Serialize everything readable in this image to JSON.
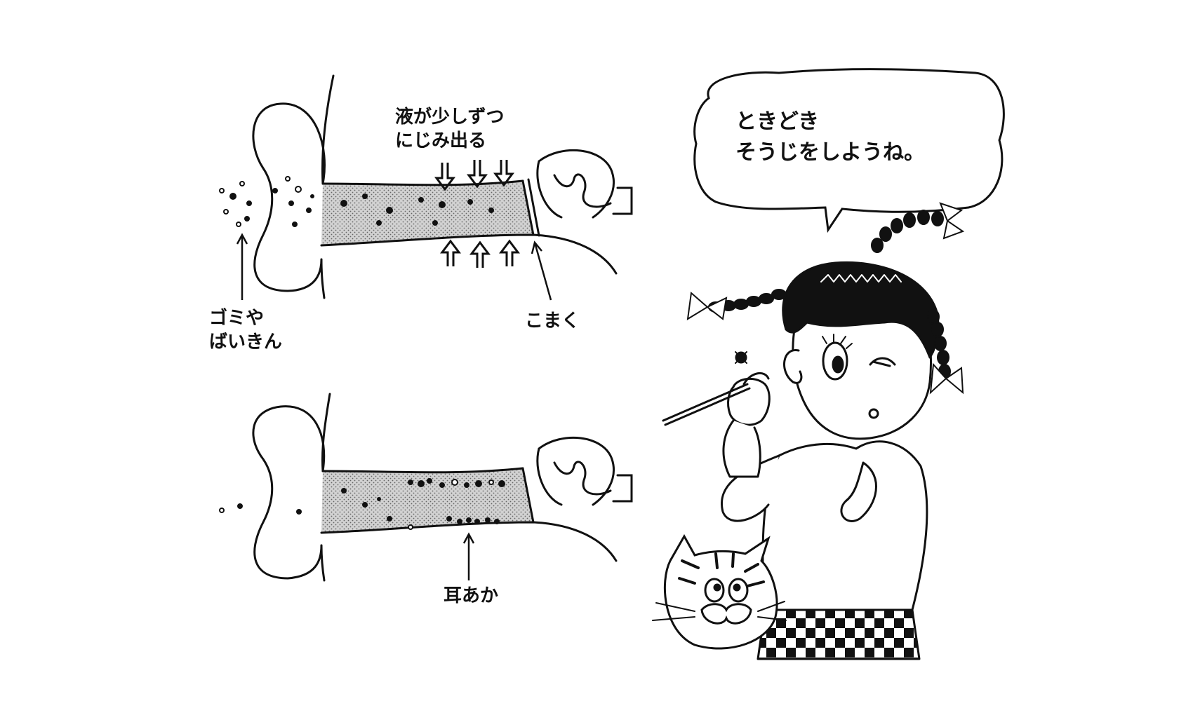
{
  "labels": {
    "fluid_line1": "液が少しずつ",
    "fluid_line2": "にじみ出る",
    "garbage_line1": "ゴミや",
    "garbage_line2": "ばいきん",
    "eardrum": "こまく",
    "earwax": "耳あか"
  },
  "speech_bubble": {
    "line1": "ときどき",
    "line2": "そうじをしようね。"
  },
  "colors": {
    "ink": "#111111",
    "canal_fill": "#c9c9c9",
    "background": "#ffffff"
  },
  "icons": [
    "outer-ear-icon",
    "eardrum-icon",
    "inner-ear-icon",
    "down-arrow-icon",
    "up-arrow-icon",
    "girl-figure",
    "ear-pick-icon",
    "cat-figure"
  ]
}
